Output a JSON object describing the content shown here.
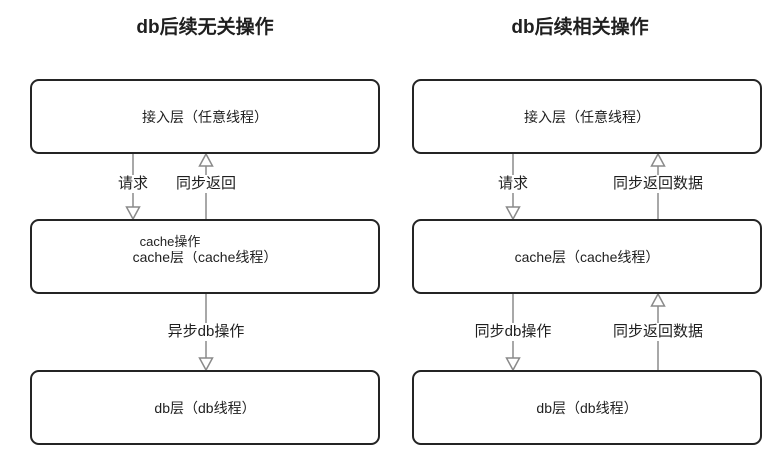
{
  "colors": {
    "background": "#ffffff",
    "box_border": "#242424",
    "connector_line": "#8a8a8a",
    "text": "#1f1f1f"
  },
  "left": {
    "title": "db后续无关操作",
    "boxes": {
      "access": "接入层（任意线程）",
      "cache": "cache层（cache线程）",
      "db": "db层（db线程）"
    },
    "edges": {
      "request": "请求",
      "sync_return": "同步返回",
      "cache_op": "cache操作",
      "async_db_op": "异步db操作"
    }
  },
  "right": {
    "title": "db后续相关操作",
    "boxes": {
      "access": "接入层（任意线程）",
      "cache": "cache层（cache线程）",
      "db": "db层（db线程）"
    },
    "edges": {
      "request": "请求",
      "sync_return_data_top": "同步返回数据",
      "sync_db_op": "同步db操作",
      "sync_return_data_bottom": "同步返回数据"
    }
  }
}
